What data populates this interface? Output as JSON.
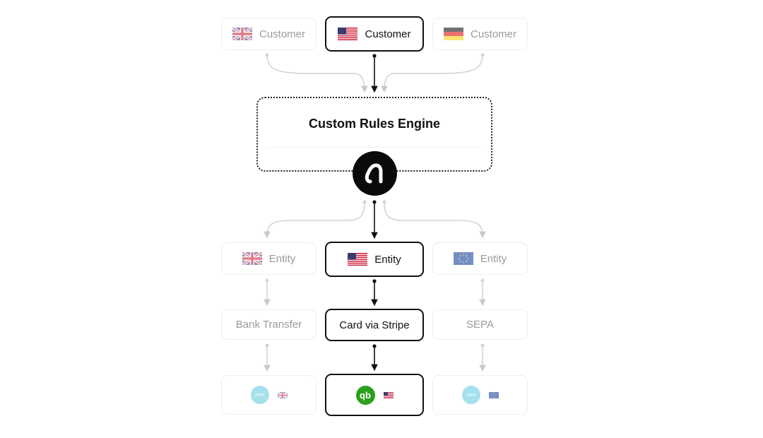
{
  "customers": [
    {
      "label": "Customer",
      "flag": "uk-flag",
      "active": false
    },
    {
      "label": "Customer",
      "flag": "us-flag",
      "active": true
    },
    {
      "label": "Customer",
      "flag": "de-flag",
      "active": false
    }
  ],
  "engine": {
    "title": "Custom Rules Engine",
    "logo": "airwallex-logo-icon"
  },
  "entities": [
    {
      "label": "Entity",
      "flag": "uk-flag",
      "active": false
    },
    {
      "label": "Entity",
      "flag": "us-flag",
      "active": true
    },
    {
      "label": "Entity",
      "flag": "eu-flag",
      "active": false
    }
  ],
  "methods": [
    {
      "label": "Bank Transfer",
      "active": false
    },
    {
      "label": "Card via Stripe",
      "active": true
    },
    {
      "label": "SEPA",
      "active": false
    }
  ],
  "ledgers": [
    {
      "app": "xero",
      "app_text": "xero",
      "flag": "uk-flag",
      "active": false
    },
    {
      "app": "quickbooks",
      "app_text": "qb",
      "flag": "us-flag",
      "active": true
    },
    {
      "app": "xero",
      "app_text": "xero",
      "flag": "eu-flag",
      "active": false
    }
  ],
  "colors": {
    "active": "#111111",
    "faded": "#9a9a9a",
    "xero": "#5cc8dd",
    "quickbooks": "#2ca01c"
  }
}
